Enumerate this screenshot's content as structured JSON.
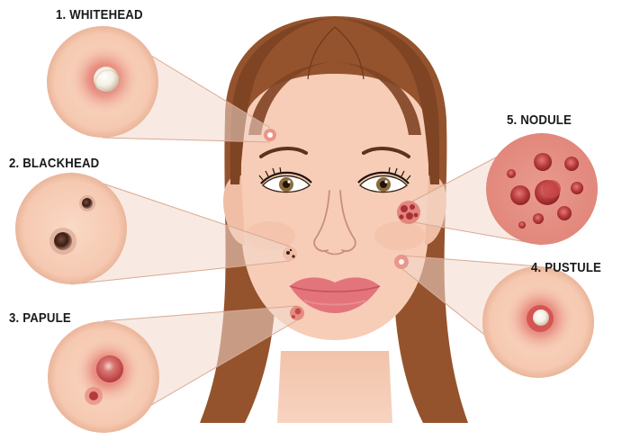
{
  "labels": [
    {
      "id": "whitehead",
      "text": "1. WHITEHEAD"
    },
    {
      "id": "blackhead",
      "text": "2. BLACKHEAD"
    },
    {
      "id": "papule",
      "text": "3. PAPULE"
    },
    {
      "id": "pustule",
      "text": "4. PUSTULE"
    },
    {
      "id": "nodule",
      "text": "5. NODULE"
    }
  ],
  "colors": {
    "hair": "#94532d",
    "hair_dark": "#6b3a1e",
    "skin": "#f7cdb7",
    "skin_shadow": "#eeb59c",
    "lips": "#e4747c",
    "inflamed": "#d9534f",
    "pus": "#f7f3ea",
    "label_text": "#1a1a1a"
  }
}
